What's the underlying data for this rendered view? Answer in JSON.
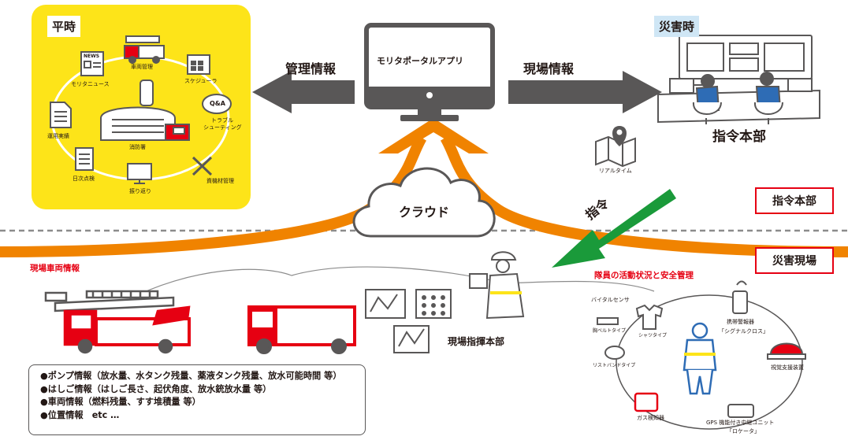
{
  "normal_time": {
    "title": "平時",
    "items": {
      "vehicle_mgmt": "車両管理",
      "scheduler": "スケジューラ",
      "news": "モリタニュース",
      "troubleshooting_1": "トラブル",
      "troubleshooting_2": "シューティング",
      "ops_results": "運用実績",
      "fire_station": "消防署",
      "equipment_mgmt": "資機材管理",
      "daily_check": "日次点検",
      "review": "振り返り",
      "news_icon_text": "NEWS",
      "qa_icon_text": "Q&A"
    }
  },
  "center": {
    "app_name": "モリタポータルアプリ",
    "left_arrow_label": "管理情報",
    "right_arrow_label": "現場情報",
    "cloud_label": "クラウド"
  },
  "disaster_time": {
    "title": "災害時",
    "hq_label": "指令本部",
    "realtime_label": "リアルタイム"
  },
  "right_tags": {
    "hq": "指令本部",
    "site": "災害現場"
  },
  "command_arrow_label": "指令",
  "site": {
    "vehicle_info_title": "現場車両情報",
    "command_post_label": "現場指揮本部",
    "safety_title": "隊員の活動状況と安全管理",
    "sensors": {
      "vital": "バイタルセンサ",
      "chest_belt": "胸ベルトタイプ",
      "shirt": "シャツタイプ",
      "wristband": "リストバンドタイプ",
      "alarm_1": "携帯警報器",
      "alarm_2": "「シグナルクロス」",
      "visual_support": "視覚支援装置",
      "gas_detector": "ガス検知器",
      "gps_1": "GPS 機能付き中継ユニット",
      "gps_2": "「ロケータ」"
    }
  },
  "info_lines": [
    "●ポンプ情報（放水量、水タンク残量、薬液タンク残量、放水可能時間 等）",
    "●はしご情報（はしご長さ、起伏角度、放水銃放水量 等）",
    "●車両情報（燃料残量、すす堆積量 等）",
    "●位置情報　etc …"
  ],
  "colors": {
    "yellow": "#fde419",
    "red": "#e60012",
    "orange": "#f08300",
    "green": "#1a9a3a",
    "gray": "#595757",
    "blue": "#2e6cb5"
  }
}
